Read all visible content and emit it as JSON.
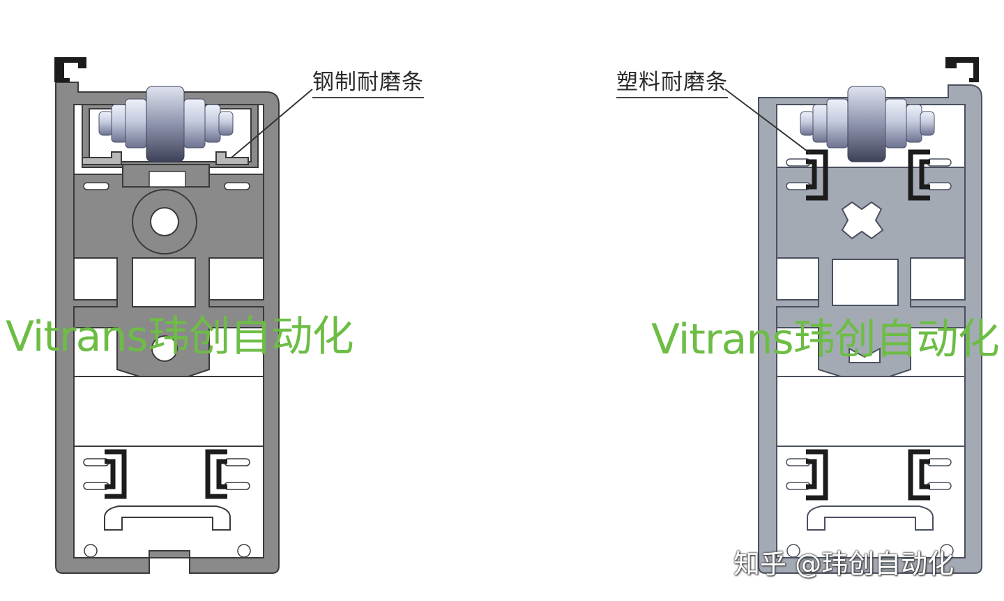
{
  "labels": {
    "steel_wear_strip": "钢制耐磨条",
    "plastic_wear_strip": "塑料耐磨条"
  },
  "watermark": {
    "text": "Vitrans玮创自动化",
    "color": "#6dbd45"
  },
  "credit": {
    "text": "知乎 @玮创自动化"
  },
  "colors": {
    "left_profile": "#8a8a8a",
    "right_profile": "#a4aab4",
    "wear_strip": "#1c1c1c",
    "steel_strip_insert": "#b8b8b8",
    "roller": "#c9cfe0",
    "background": "#ffffff"
  }
}
